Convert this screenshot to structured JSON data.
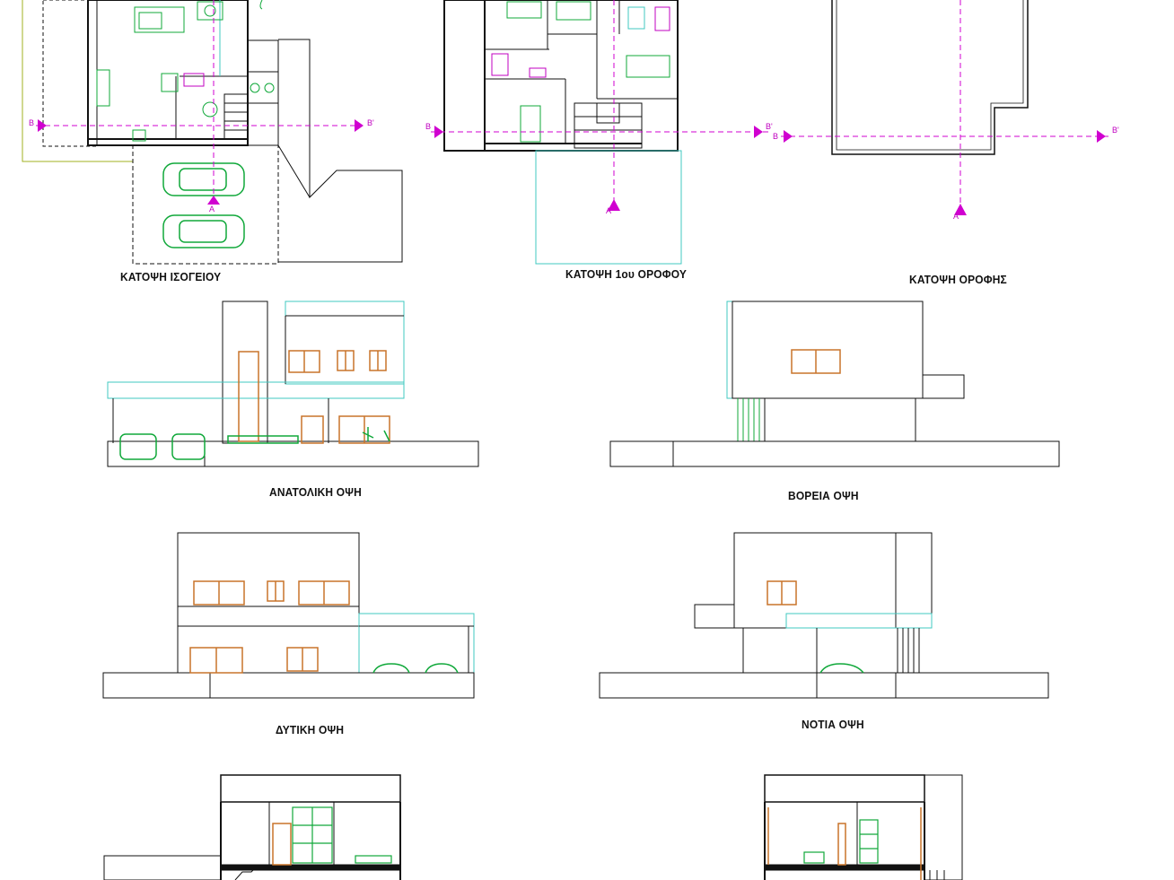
{
  "titles": {
    "ground_floor_plan": "ΚΑΤΟΨΗ ΙΣΟΓΕΙΟΥ",
    "first_floor_plan": "ΚΑΤΟΨΗ 1ου ΟΡΟΦΟΥ",
    "roof_plan": "ΚΑΤΟΨΗ ΟΡΟΦΗΣ",
    "east_elevation": "ΑΝΑΤΟΛΙΚΗ ΟΨΗ",
    "north_elevation": "ΒΟΡΕΙΑ ΟΨΗ",
    "west_elevation": "ΔΥΤΙΚΗ ΟΨΗ",
    "south_elevation": "ΝΟΤΙΑ ΟΨΗ"
  },
  "section_markers": {
    "b": "B",
    "b_prime": "B'",
    "a": "A"
  },
  "colors": {
    "wall": "#111111",
    "window_frame": "#c8742a",
    "furniture": "#10a83a",
    "cyan_line": "#40c8c0",
    "section_line": "#d000d0",
    "sage_line": "#a0b020"
  }
}
